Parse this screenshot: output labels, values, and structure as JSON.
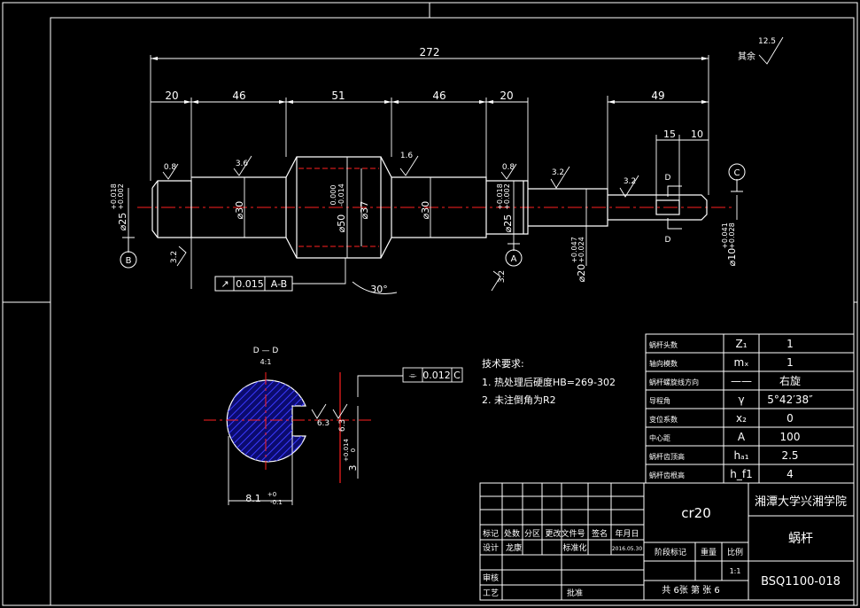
{
  "colors": {
    "bg": "#000000",
    "line": "#ffffff",
    "center": "#ff2020",
    "hatch": "#3a3aff"
  },
  "dimensions": {
    "total_length": "272",
    "seg1": "20",
    "seg2": "46",
    "seg3": "51",
    "seg4": "46",
    "seg5": "20",
    "right_end": "49",
    "key_len": "15",
    "key_off": "10",
    "dia_left_bearing": "⌀25",
    "dia_left_bearing_tol_up": "+0.018",
    "dia_left_bearing_tol_dn": "+0.002",
    "dia_shoulder_left": "⌀30",
    "dia_worm_root": "⌀50",
    "dia_worm_tol_up": "0.000",
    "dia_worm_tol_dn": "-0.014",
    "dia_worm": "⌀37",
    "dia_shoulder_right": "⌀30",
    "dia_right_bearing": "⌀25",
    "dia_right_bearing_tol_up": "+0.018",
    "dia_right_bearing_tol_dn": "+0.002",
    "dia_step": "⌀20",
    "dia_step_tol_up": "+0.047",
    "dia_step_tol_dn": "+0.024",
    "dia_end": "⌀10",
    "dia_end_tol_up": "+0.041",
    "dia_end_tol_dn": "+0.028",
    "angle": "30°"
  },
  "roughness": {
    "r_left_bearing": "0.8",
    "r_shoulder": "3.6",
    "r_right_shoulder": "1.6",
    "r_right_bearing": "0.8",
    "r_step": "3.2",
    "r_end": "3.2",
    "r_left_lower": "3.2",
    "r_right_lower": "3.2",
    "r_default": "12.5",
    "r_default_label": "其余",
    "r_key1": "6.3",
    "r_key2": "6.3"
  },
  "datums": {
    "a": "A",
    "b": "B",
    "c": "C",
    "section_d": "D"
  },
  "tolerance_frames": {
    "runout": {
      "symbol": "↗",
      "value": "0.015",
      "datum": "A-B"
    },
    "symmetry": {
      "symbol": "⌯",
      "value": "0.012",
      "datum": "C"
    }
  },
  "section": {
    "title": "D — D",
    "scale": "4:1",
    "width_dim": "8.1",
    "width_tol_up": "+0",
    "width_tol_dn": "-0.1",
    "key_dim": "3",
    "key_tol_up": "+0.014",
    "key_tol_dn": "0"
  },
  "notes": {
    "title": "技术要求:",
    "items": [
      "1. 热处理后硬度HB=269-302",
      "2. 未注倒角为R2"
    ]
  },
  "worm_params": [
    {
      "label": "蜗杆头数",
      "symbol": "Z₁",
      "value": "1"
    },
    {
      "label": "轴向模数",
      "symbol": "mₓ",
      "value": "1"
    },
    {
      "label": "蜗杆螺旋线方向",
      "symbol": "——",
      "value": "右旋"
    },
    {
      "label": "导程角",
      "symbol": "γ",
      "value": "5°42′38″"
    },
    {
      "label": "变位系数",
      "symbol": "x₂",
      "value": "0"
    },
    {
      "label": "中心距",
      "symbol": "A",
      "value": "100"
    },
    {
      "label": "蜗杆齿顶高",
      "symbol": "hₐ₁",
      "value": "2.5"
    },
    {
      "label": "蜗杆齿根高",
      "symbol": "h_f1",
      "value": "4"
    }
  ],
  "title_block": {
    "material": "cr20",
    "school": "湘潭大学兴湘学院",
    "part_name": "蜗杆",
    "drawing_no": "BSQ1100-018",
    "header_row": [
      "标记",
      "处数",
      "分区",
      "更改文件号",
      "签名",
      "年月日"
    ],
    "design_label": "设计",
    "designer": "龙康",
    "std_label": "标准化",
    "date": "2016.05.30",
    "review_label": "审核",
    "process_label": "工艺",
    "approve_label": "批准",
    "stage_label": "阶段标记",
    "weight_label": "重量",
    "scale_label": "比例",
    "scale_value": "1:1",
    "sheet_info": "共  6张  第   张  6"
  }
}
